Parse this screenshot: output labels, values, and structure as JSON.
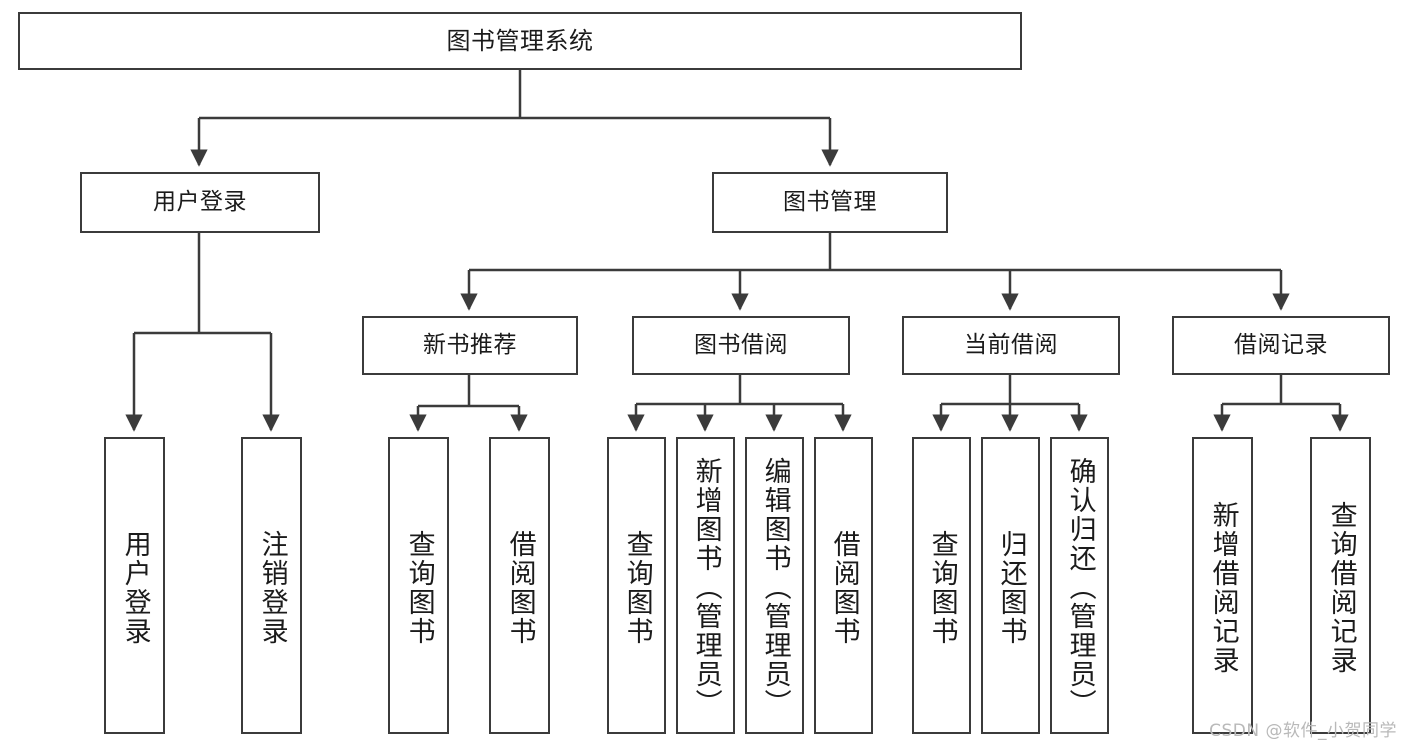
{
  "diagram": {
    "title": "图书管理系统",
    "watermark": "CSDN @软件_小贺同学",
    "line_color": "#3b3b3b",
    "box_border_color": "#3b3b3b",
    "box_fill": "#ffffff",
    "text_color": "#1b1b1b",
    "watermark_color": "#b9b9b9"
  },
  "nodes": {
    "root": {
      "label": "图书管理系统"
    },
    "level2": [
      {
        "id": "user-login",
        "label": "用户登录"
      },
      {
        "id": "book-management",
        "label": "图书管理"
      }
    ],
    "level3": [
      {
        "id": "new-book-recommend",
        "label": "新书推荐"
      },
      {
        "id": "book-borrow",
        "label": "图书借阅"
      },
      {
        "id": "current-borrow",
        "label": "当前借阅"
      },
      {
        "id": "borrow-record",
        "label": "借阅记录"
      }
    ],
    "leaves": {
      "user_login": [
        {
          "id": "leaf-user-login",
          "label": "用户登录"
        },
        {
          "id": "leaf-logout",
          "label": "注销登录"
        }
      ],
      "new_book_recommend": [
        {
          "id": "leaf-query-book-1",
          "label": "查询图书"
        },
        {
          "id": "leaf-borrow-book-1",
          "label": "借阅图书"
        }
      ],
      "book_borrow": [
        {
          "id": "leaf-query-book-2",
          "label": "查询图书"
        },
        {
          "id": "leaf-add-book",
          "label": "新增图书（管理员）"
        },
        {
          "id": "leaf-edit-book",
          "label": "编辑图书（管理员）"
        },
        {
          "id": "leaf-borrow-book-2",
          "label": "借阅图书"
        }
      ],
      "current_borrow": [
        {
          "id": "leaf-query-book-3",
          "label": "查询图书"
        },
        {
          "id": "leaf-return-book",
          "label": "归还图书"
        },
        {
          "id": "leaf-confirm-return",
          "label": "确认归还（管理员）"
        }
      ],
      "borrow_record": [
        {
          "id": "leaf-add-record",
          "label": "新增借阅记录"
        },
        {
          "id": "leaf-query-record",
          "label": "查询借阅记录"
        }
      ]
    }
  }
}
